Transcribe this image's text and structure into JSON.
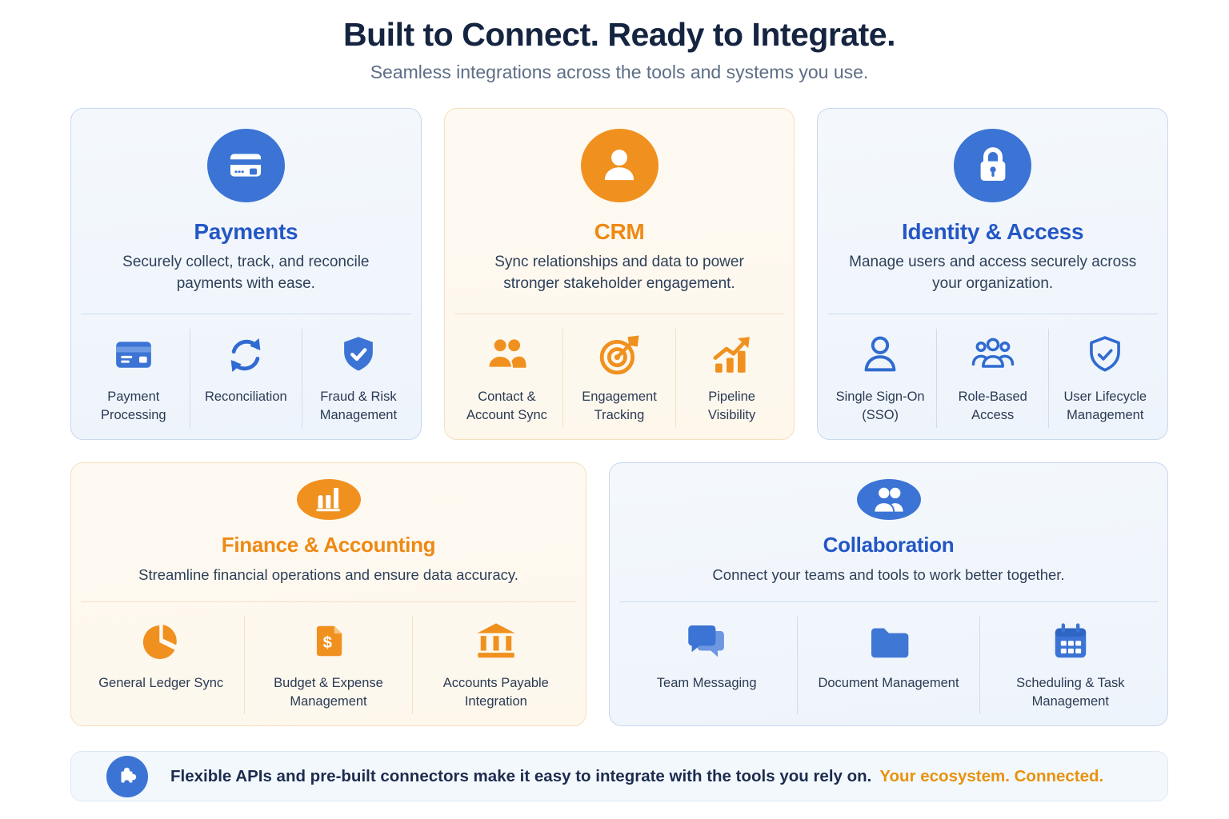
{
  "header": {
    "title": "Built to Connect. Ready to Integrate.",
    "subtitle": "Seamless integrations across the tools and systems you use."
  },
  "colors": {
    "accent_blue": "#3b74d4",
    "accent_orange": "#f0911f",
    "title_blue": "#2457c5",
    "title_orange": "#ee8914",
    "navy_text": "#2e4059",
    "blue_card_bg": "#f1f6fc",
    "blue_card_border": "#c8d8ef",
    "orange_card_bg": "#fdf8ee",
    "orange_card_border": "#f6dfbd"
  },
  "cards": [
    {
      "title": "Payments",
      "description": "Securely collect, track, and reconcile payments with ease.",
      "icon": "credit-card-icon",
      "theme": "blue",
      "items": [
        {
          "label": "Payment Processing",
          "icon": "credit-card-icon"
        },
        {
          "label": "Reconciliation",
          "icon": "sync-arrows-icon"
        },
        {
          "label": "Fraud & Risk Management",
          "icon": "shield-check-icon"
        }
      ]
    },
    {
      "title": "CRM",
      "description": "Sync relationships and data to power stronger stakeholder engagement.",
      "icon": "person-icon",
      "theme": "orange",
      "items": [
        {
          "label": "Contact & Account Sync",
          "icon": "people-icon"
        },
        {
          "label": "Engagement Tracking",
          "icon": "target-dart-icon"
        },
        {
          "label": "Pipeline Visibility",
          "icon": "trend-chart-icon"
        }
      ]
    },
    {
      "title": "Identity & Access",
      "description": "Manage users and access securely across your organization.",
      "icon": "padlock-icon",
      "theme": "blue",
      "items": [
        {
          "label": "Single Sign-On (SSO)",
          "icon": "person-outline-icon"
        },
        {
          "label": "Role-Based Access",
          "icon": "group-outline-icon"
        },
        {
          "label": "User Lifecycle Management",
          "icon": "shield-check-outline-icon"
        }
      ]
    },
    {
      "title": "Finance & Accounting",
      "description": "Streamline financial operations and ensure data accuracy.",
      "icon": "bar-chart-icon",
      "theme": "orange",
      "items": [
        {
          "label": "General Ledger Sync",
          "icon": "pie-chart-icon"
        },
        {
          "label": "Budget & Expense Management",
          "icon": "dollar-document-icon"
        },
        {
          "label": "Accounts Payable Integration",
          "icon": "bank-icon"
        }
      ]
    },
    {
      "title": "Collaboration",
      "description": "Connect your teams and tools to work better together.",
      "icon": "team-icon",
      "theme": "blue",
      "items": [
        {
          "label": "Team Messaging",
          "icon": "chat-bubbles-icon"
        },
        {
          "label": "Document Management",
          "icon": "folder-icon"
        },
        {
          "label": "Scheduling & Task Management",
          "icon": "calendar-icon"
        }
      ]
    }
  ],
  "footer": {
    "text": "Flexible APIs and pre-built connectors make it easy to integrate with the tools you rely on.",
    "highlight": "Your ecosystem. Connected.",
    "icon": "puzzle-icon"
  }
}
